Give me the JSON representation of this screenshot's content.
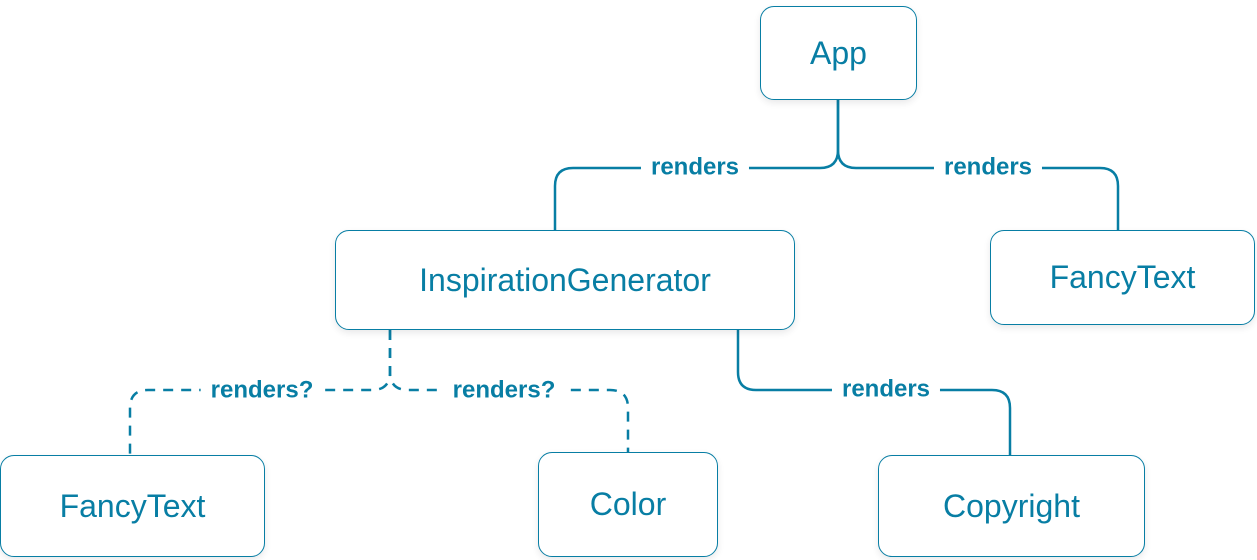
{
  "colors": {
    "accent": "#087EA4",
    "node_background": "#FFFFFF",
    "canvas_background": "#FFFFFF"
  },
  "diagram": {
    "type": "component-render-tree",
    "nodes": [
      {
        "id": "app",
        "label": "App"
      },
      {
        "id": "inspiration-generator",
        "label": "InspirationGenerator"
      },
      {
        "id": "fancy-text-top",
        "label": "FancyText"
      },
      {
        "id": "fancy-text-bottom",
        "label": "FancyText"
      },
      {
        "id": "color",
        "label": "Color"
      },
      {
        "id": "copyright",
        "label": "Copyright"
      }
    ],
    "edges": [
      {
        "from": "app",
        "to": "inspiration-generator",
        "label": "renders",
        "style": "solid"
      },
      {
        "from": "app",
        "to": "fancy-text-top",
        "label": "renders",
        "style": "solid"
      },
      {
        "from": "inspiration-generator",
        "to": "fancy-text-bottom",
        "label": "renders?",
        "style": "dashed"
      },
      {
        "from": "inspiration-generator",
        "to": "color",
        "label": "renders?",
        "style": "dashed"
      },
      {
        "from": "inspiration-generator",
        "to": "copyright",
        "label": "renders",
        "style": "solid"
      }
    ]
  }
}
